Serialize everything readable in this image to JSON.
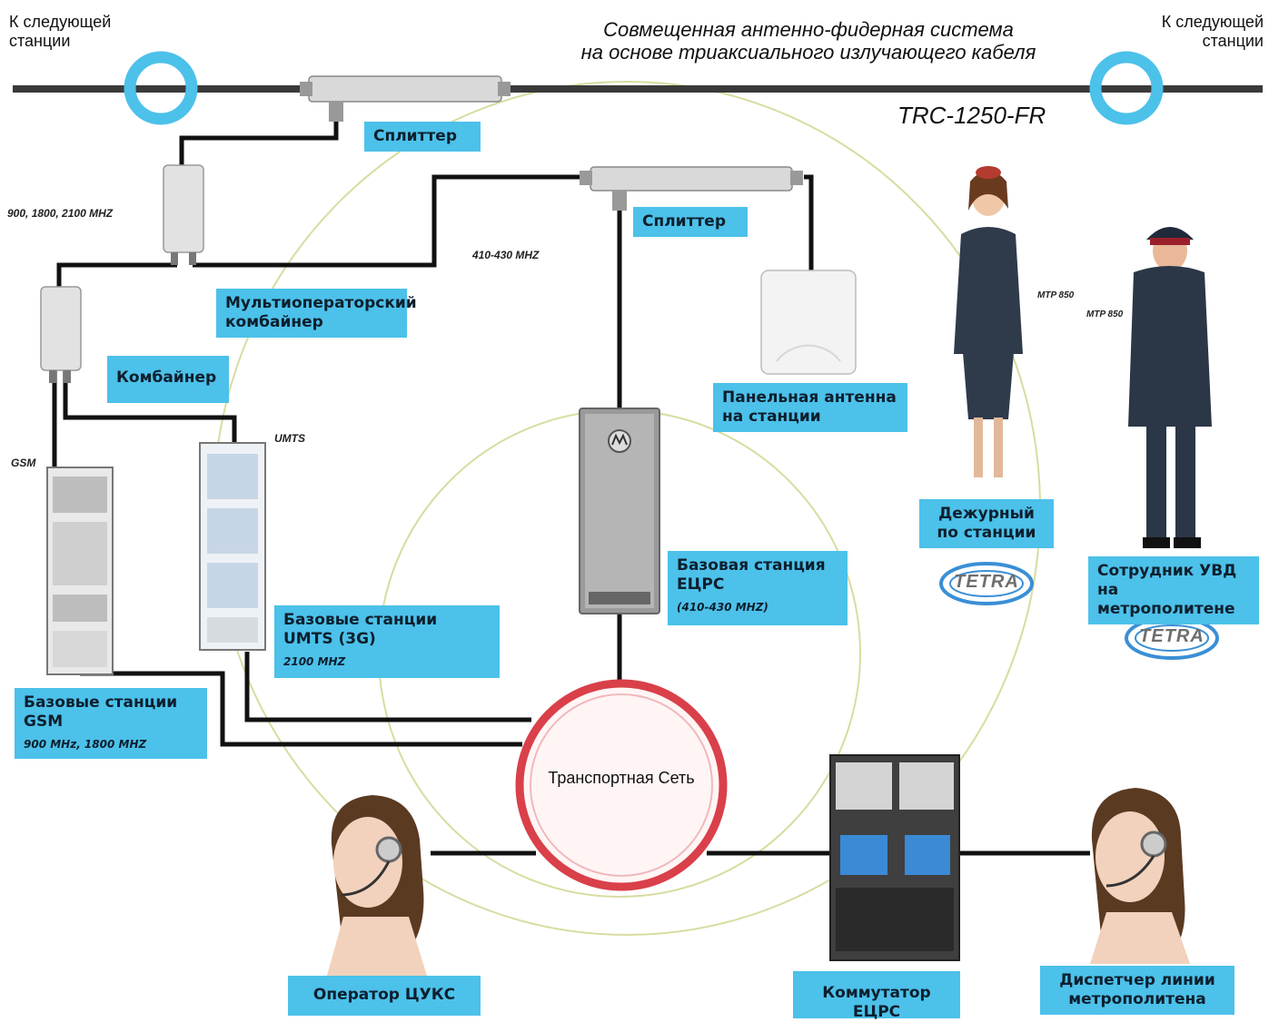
{
  "header": {
    "left_next_station": "К следующей\nстанции",
    "right_next_station": "К следующей\nстанции",
    "title_line1": "Совмещенная антенно-фидерная система",
    "title_line2": "на основе триаксиального излучающего кабеля",
    "cable_model": "TRC-1250-FR"
  },
  "labels": {
    "splitter_top": "Сплиттер",
    "splitter_mid": "Сплиттер",
    "multi_combiner": "Мультиоператорский комбайнер",
    "combiner": "Комбайнер",
    "panel_antenna": "Панельная антенна на станции",
    "bs_tetra": "Базовая станция ЕЦРС",
    "bs_tetra_sub": "(410-430 MHZ)",
    "bs_umts": "Базовые станции UMTS (3G)",
    "bs_umts_sub": "2100 MHZ",
    "bs_gsm": "Базовые станции GSM",
    "bs_gsm_sub": "900 MHz, 1800 MHZ",
    "duty_officer": "Дежурный по станции",
    "police_officer": "Сотрудник УВД на метрополитене",
    "transport_network": "Транспортная Сеть",
    "operator_tsuks": "Оператор ЦУКС",
    "switch_etsrs": "Коммутатор ЕЦРС",
    "line_dispatcher": "Диспетчер линии метрополитена"
  },
  "freq_notes": {
    "multi_band": "900, 1800, 2100 MHZ",
    "tetra_band": "410-430 MHZ",
    "umts": "UMTS",
    "gsm": "GSM",
    "mtp850_a": "MTP 850",
    "mtp850_b": "MTP 850"
  },
  "logos": {
    "tetra": "TETRA"
  },
  "colors": {
    "accent_blue": "#4cc1ea",
    "ring_red": "#d9404a",
    "cable": "#3a3a3a",
    "coverage": "#d8dca0"
  }
}
